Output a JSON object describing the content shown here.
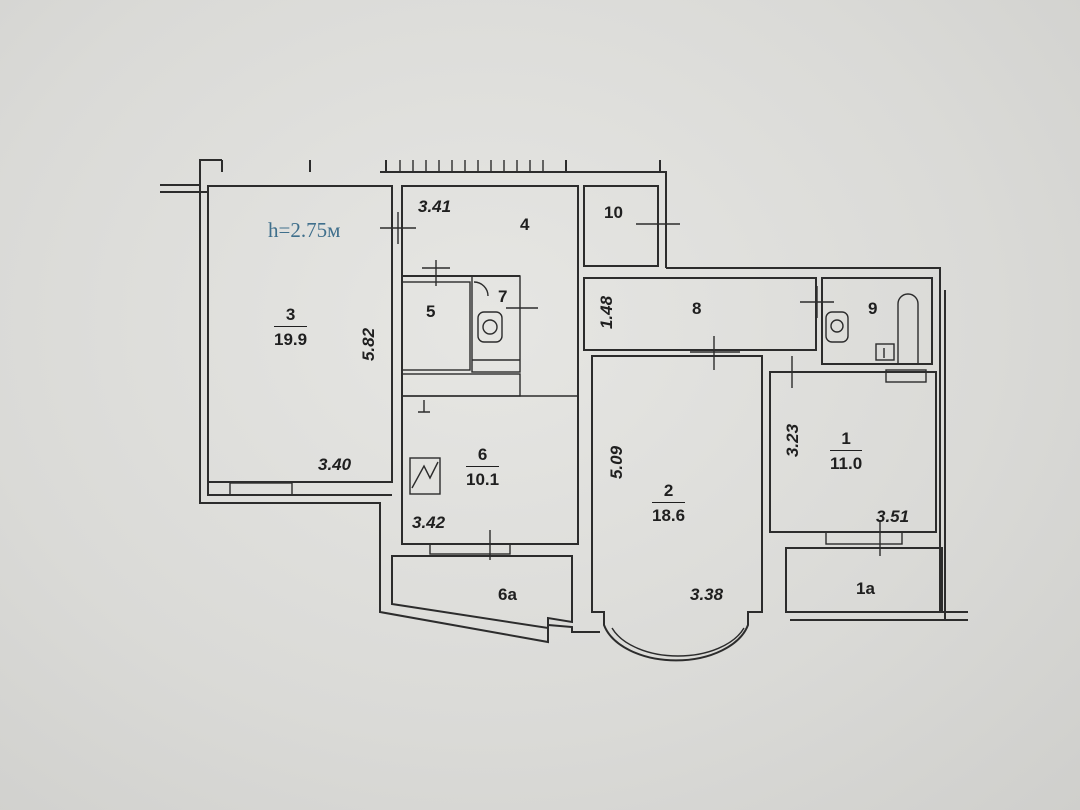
{
  "ceiling_height": "h=2.75м",
  "rooms": [
    {
      "num": "3",
      "area": "19.9"
    },
    {
      "num": "2",
      "area": "18.6"
    },
    {
      "num": "1",
      "area": "11.0"
    },
    {
      "num": "6",
      "area": "10.1"
    }
  ],
  "room_numbers": [
    "4",
    "5",
    "7",
    "8",
    "9",
    "10",
    "6а",
    "1а"
  ],
  "dimensions": [
    "3.41",
    "5.82",
    "3.40",
    "3.42",
    "1.48",
    "5.09",
    "3.38",
    "3.23",
    "3.51"
  ]
}
